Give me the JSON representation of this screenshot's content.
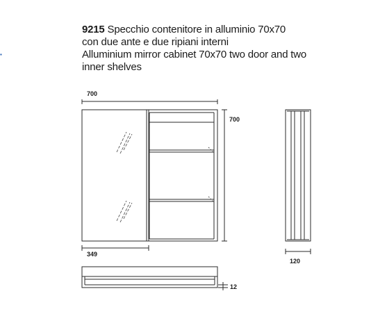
{
  "product": {
    "code": "9215",
    "title_it_line1": "Specchio contenitore in alluminio 70x70",
    "title_it_line2": "con due ante e due ripiani interni",
    "title_en_line1": "Alluminium mirror cabinet 70x70 two door and two",
    "title_en_line2": "inner shelves"
  },
  "dimensions": {
    "width": "700",
    "height": "700",
    "door_width": "349",
    "depth": "120",
    "thickness": "12"
  }
}
